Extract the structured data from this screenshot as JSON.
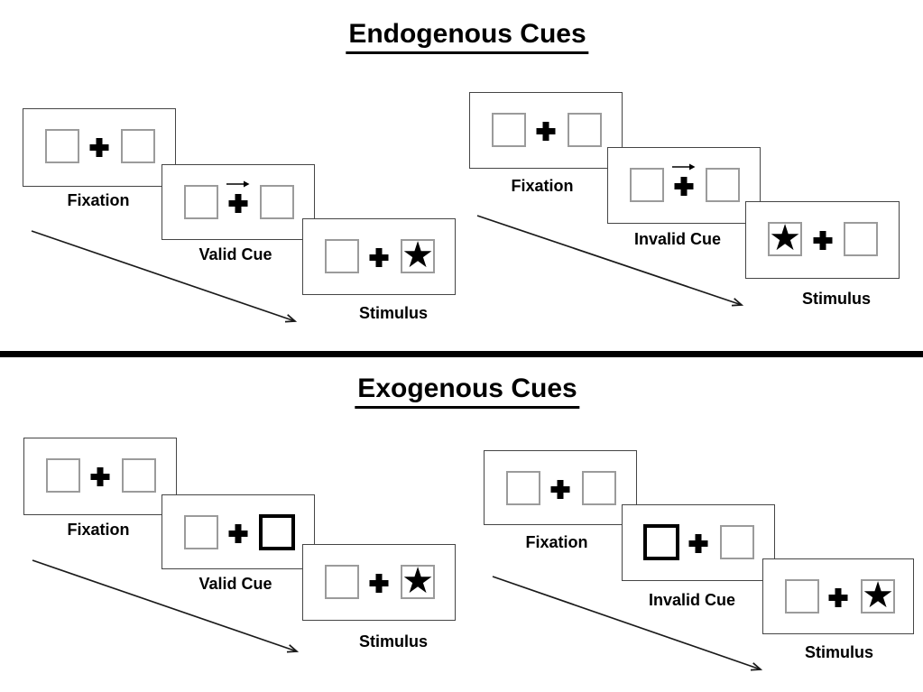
{
  "figure": {
    "kind": "Posner cueing paradigm diagram",
    "background": "#ffffff"
  },
  "glyphs": {
    "star": "★"
  },
  "colors": {
    "ink": "#000000",
    "panel_border": "#454545",
    "box_border": "#9b9b9b",
    "divider": "#000000"
  },
  "sections": {
    "endogenous": {
      "title": "Endogenous Cues",
      "valid": {
        "fixation_label": "Fixation",
        "cue_label": "Valid Cue",
        "stimulus_label": "Stimulus",
        "cue_display": "central arrow above fixation cross pointing right",
        "stimulus_display": "star in right box"
      },
      "invalid": {
        "fixation_label": "Fixation",
        "cue_label": "Invalid Cue",
        "stimulus_label": "Stimulus",
        "cue_display": "central arrow above fixation cross pointing right",
        "stimulus_display": "star in left box"
      }
    },
    "exogenous": {
      "title": "Exogenous Cues",
      "valid": {
        "fixation_label": "Fixation",
        "cue_label": "Valid Cue",
        "stimulus_label": "Stimulus",
        "cue_display": "right box highlighted with bold outline",
        "stimulus_display": "star in right box"
      },
      "invalid": {
        "fixation_label": "Fixation",
        "cue_label": "Invalid Cue",
        "stimulus_label": "Stimulus",
        "cue_display": "left box highlighted with bold outline",
        "stimulus_display": "star in right box"
      }
    }
  }
}
